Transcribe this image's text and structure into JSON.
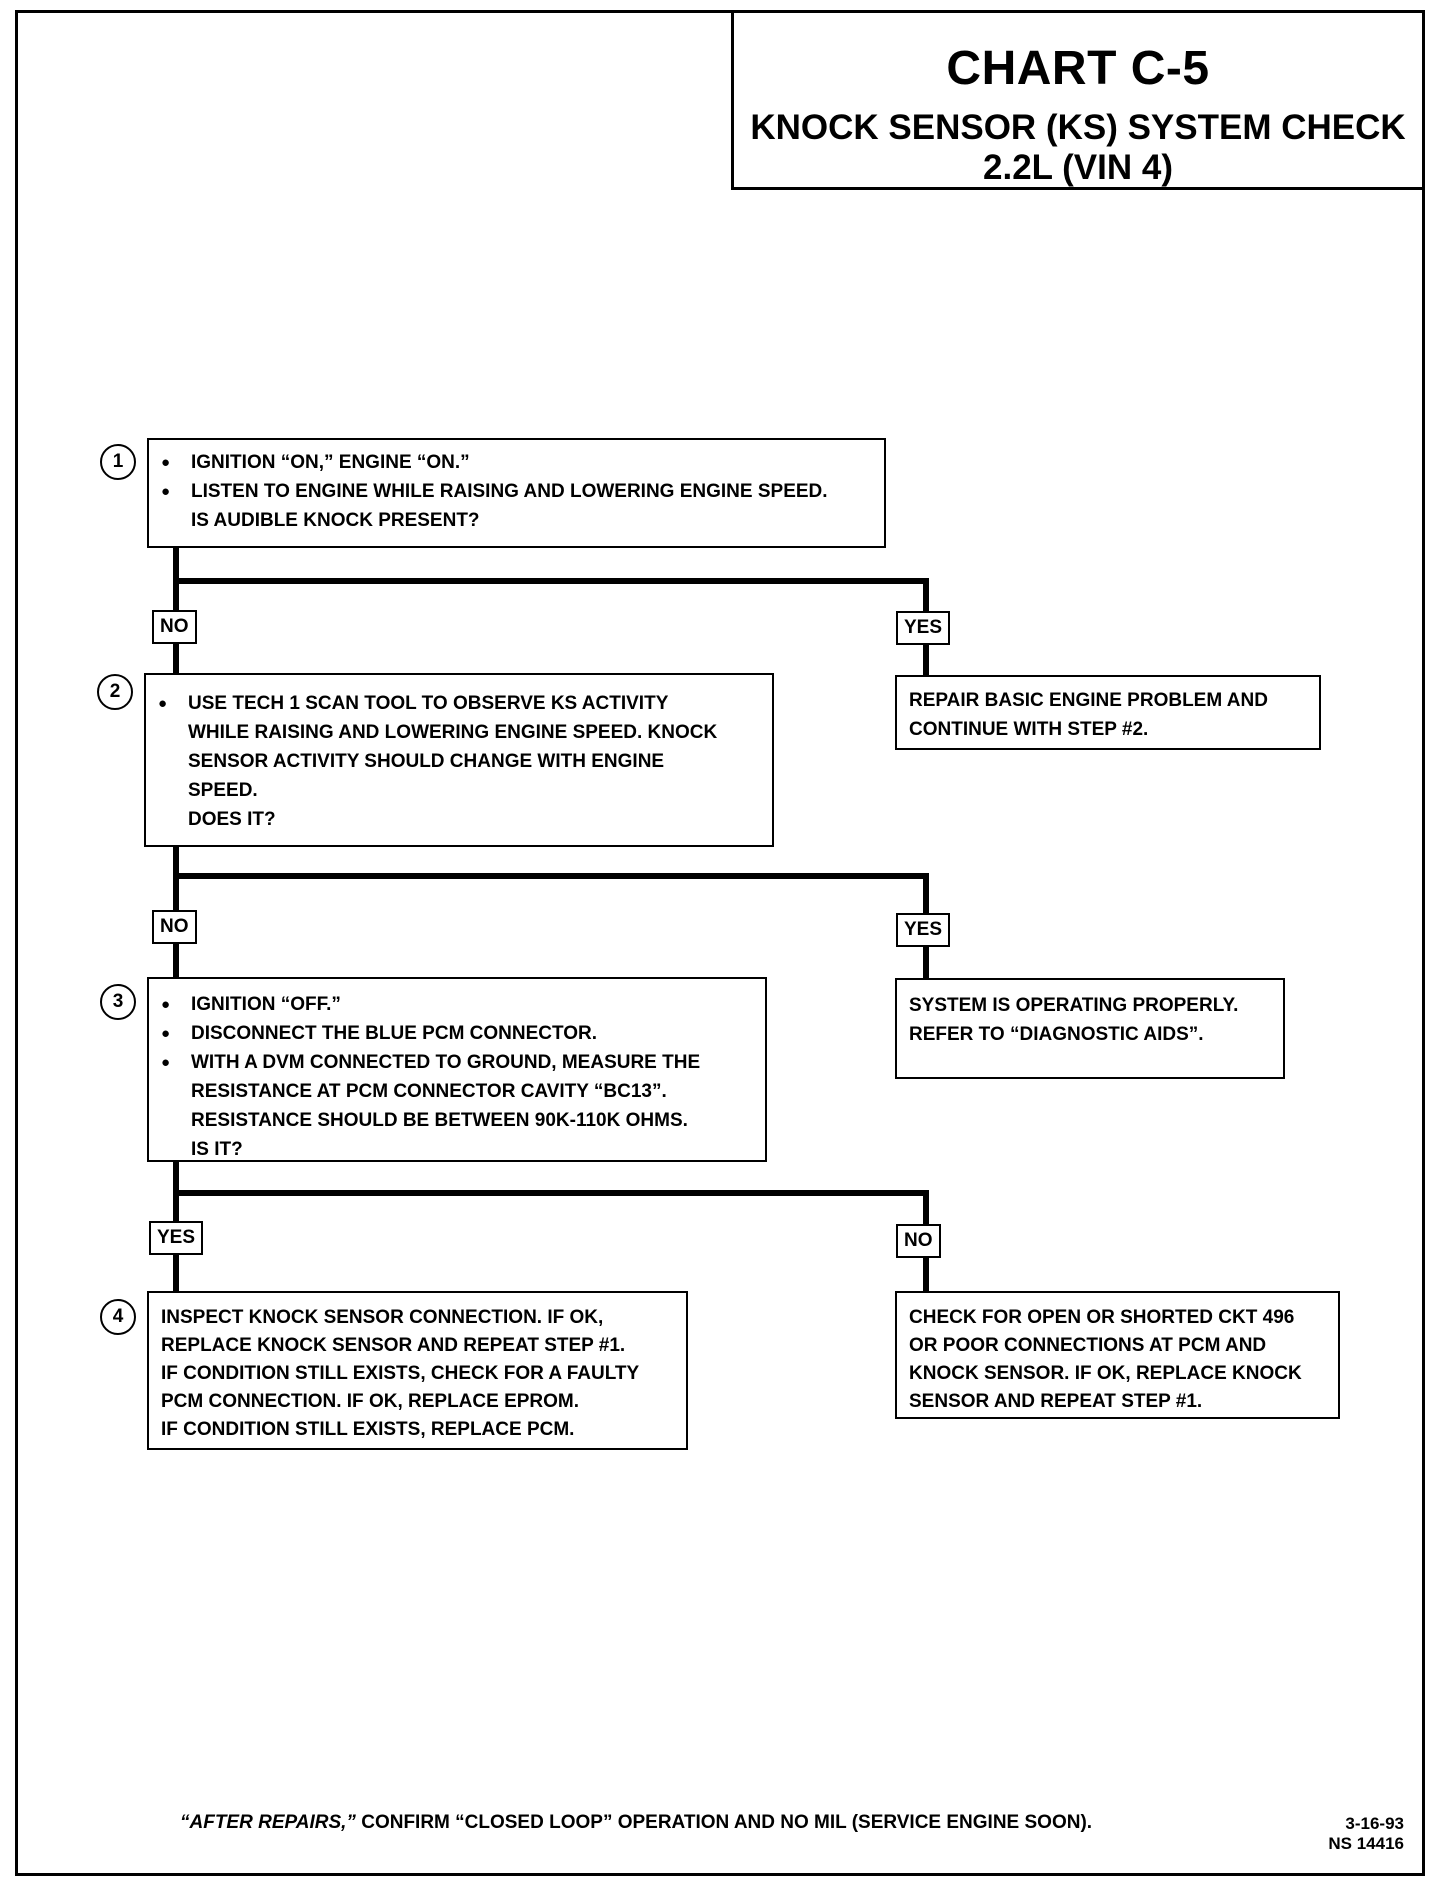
{
  "title": {
    "chart": "CHART C-5",
    "subtitle": "KNOCK SENSOR (KS) SYSTEM CHECK",
    "engine": "2.2L  (VIN 4)"
  },
  "steps": [
    {
      "number": "1",
      "bullets": [
        "IGNITION “ON,” ENGINE “ON.”",
        "LISTEN TO ENGINE WHILE RAISING AND LOWERING ENGINE SPEED."
      ],
      "question": "IS AUDIBLE KNOCK PRESENT?"
    },
    {
      "number": "2",
      "bullets": [
        "USE TECH 1 SCAN TOOL TO OBSERVE KS ACTIVITY"
      ],
      "continuation": [
        "WHILE RAISING AND LOWERING ENGINE SPEED.  KNOCK",
        "SENSOR ACTIVITY SHOULD CHANGE WITH ENGINE",
        "SPEED."
      ],
      "question": "DOES IT?"
    },
    {
      "number": "3",
      "bullets": [
        "IGNITION “OFF.”",
        "DISCONNECT THE BLUE PCM CONNECTOR.",
        "WITH A DVM CONNECTED TO GROUND, MEASURE THE"
      ],
      "continuation": [
        "RESISTANCE AT PCM CONNECTOR CAVITY “BC13”.",
        "RESISTANCE SHOULD BE BETWEEN 90K-110K OHMS."
      ],
      "question": "IS IT?"
    },
    {
      "number": "4",
      "lines": [
        "INSPECT KNOCK SENSOR CONNECTION.  IF OK,",
        "REPLACE KNOCK SENSOR AND REPEAT STEP #1.",
        "IF CONDITION STILL EXISTS, CHECK FOR A FAULTY",
        "PCM CONNECTION.  IF OK, REPLACE EPROM.",
        "IF CONDITION STILL EXISTS, REPLACE PCM."
      ]
    }
  ],
  "branches": {
    "b1_no": "NO",
    "b1_yes": "YES",
    "b2_no": "NO",
    "b2_yes": "YES",
    "b3_yes": "YES",
    "b3_no": "NO"
  },
  "results": {
    "r1": [
      "REPAIR BASIC ENGINE PROBLEM AND",
      "CONTINUE WITH STEP #2."
    ],
    "r2": [
      "SYSTEM IS OPERATING PROPERLY.",
      "REFER TO  “DIAGNOSTIC AIDS”."
    ],
    "r3": [
      "CHECK FOR OPEN OR SHORTED CKT 496",
      "OR POOR CONNECTIONS AT PCM AND",
      "KNOCK SENSOR.  IF OK, REPLACE KNOCK",
      "SENSOR AND REPEAT STEP #1."
    ]
  },
  "footer": {
    "note_em": "“AFTER REPAIRS,”",
    "note_rest": " CONFIRM “CLOSED LOOP” OPERATION AND NO MIL (SERVICE ENGINE SOON).",
    "date": "3-16-93",
    "code": "NS 14416"
  }
}
